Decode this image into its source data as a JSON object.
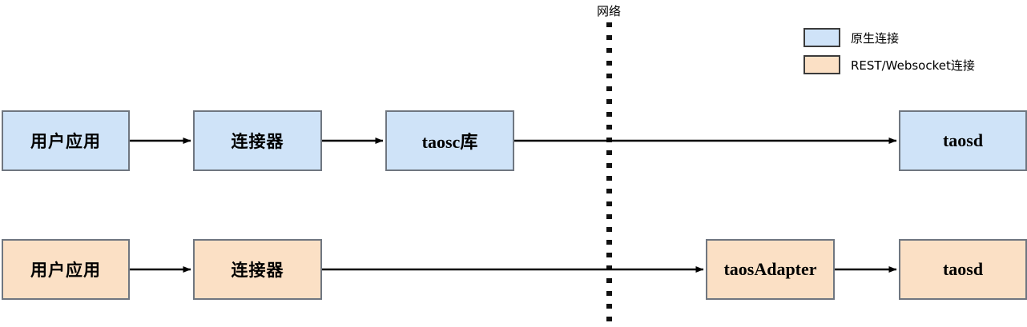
{
  "diagram": {
    "divider_label": "网络",
    "colors": {
      "native_fill": "#cfe3f8",
      "rest_fill": "#fbe0c5",
      "node_border": "#6f7680",
      "arrow": "#000000"
    },
    "rows": [
      {
        "id": "native-row",
        "kind": "native",
        "nodes": [
          {
            "id": "user-app-native",
            "label": "用户应用",
            "script": "cn"
          },
          {
            "id": "connector-native",
            "label": "连接器",
            "script": "cn"
          },
          {
            "id": "taosc-lib",
            "label": "taosc库",
            "script": "en"
          },
          {
            "id": "taosd-native",
            "label": "taosd",
            "script": "en"
          }
        ]
      },
      {
        "id": "rest-row",
        "kind": "rest",
        "nodes": [
          {
            "id": "user-app-rest",
            "label": "用户应用",
            "script": "cn"
          },
          {
            "id": "connector-rest",
            "label": "连接器",
            "script": "cn"
          },
          {
            "id": "taos-adapter",
            "label": "taosAdapter",
            "script": "en"
          },
          {
            "id": "taosd-rest",
            "label": "taosd",
            "script": "en"
          }
        ]
      }
    ],
    "legend": [
      {
        "id": "legend-native",
        "label": "原生连接",
        "color": "#cfe3f8"
      },
      {
        "id": "legend-rest",
        "label": "REST/Websocket连接",
        "color": "#fbe0c5"
      }
    ]
  }
}
